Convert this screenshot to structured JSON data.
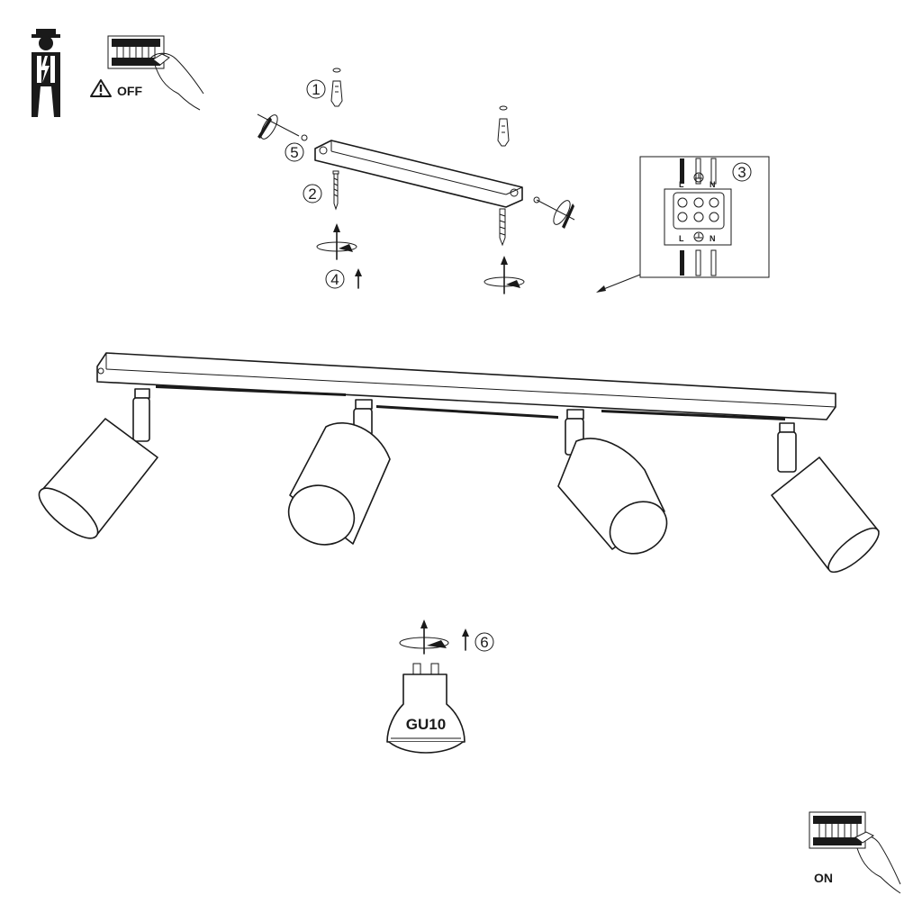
{
  "labels": {
    "off": "OFF",
    "on": "ON",
    "bulb_type": "GU10",
    "terminal_live": "L",
    "terminal_neutral": "N"
  },
  "steps": [
    "1",
    "2",
    "3",
    "4",
    "5",
    "6"
  ],
  "icons": {
    "electrician": "electrician-icon",
    "warning": "warning-triangle-icon",
    "fuse_box": "fuse-box-icon",
    "earth": "earth-ground-icon"
  }
}
